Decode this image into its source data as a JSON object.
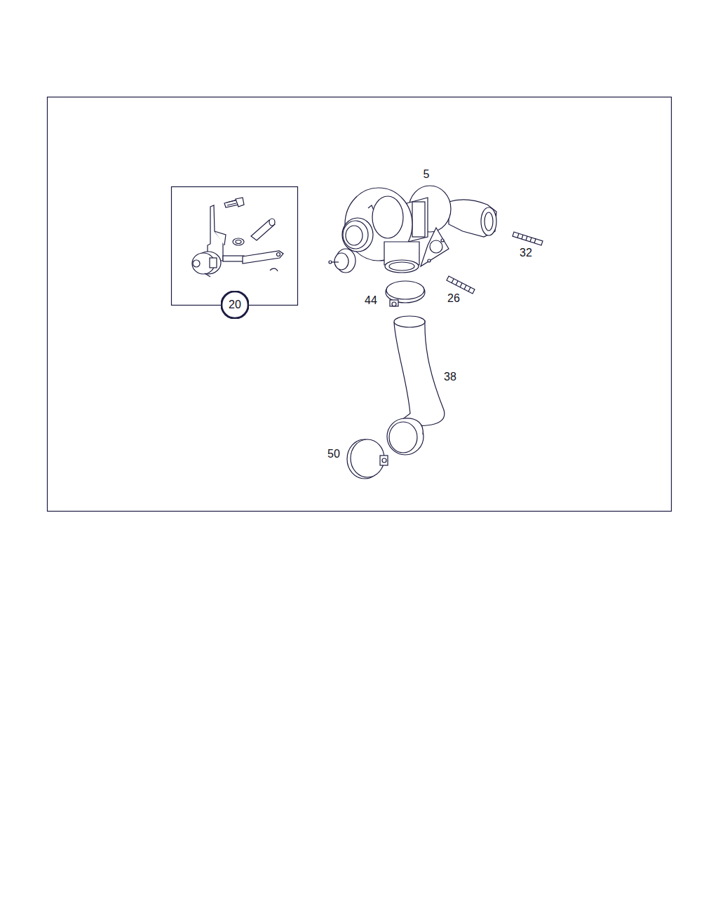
{
  "diagram": {
    "nodes": [
      {
        "text": [
          "20"
        ]
      }
    ],
    "labels": [
      "5",
      "32",
      "44",
      "26",
      "38",
      "50"
    ]
  }
}
